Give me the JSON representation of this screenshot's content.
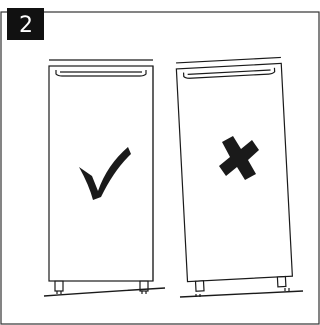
{
  "step": {
    "number": "2"
  },
  "figures": [
    {
      "id": "correct",
      "mark": "checkmark-icon",
      "meaning": "correct"
    },
    {
      "id": "incorrect",
      "mark": "cross-icon",
      "meaning": "incorrect"
    }
  ],
  "colors": {
    "ink": "#1a1a1a",
    "frame": "#333333",
    "badge_bg": "#111111",
    "badge_text": "#ffffff",
    "background": "#ffffff"
  }
}
